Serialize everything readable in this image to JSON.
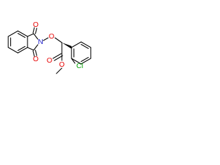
{
  "molecule": {
    "atoms": {
      "o_top": "O",
      "n_imide": "N",
      "o_bottom": "O",
      "o_ether": "O",
      "o_carbonyl": "O",
      "o_ester": "O",
      "cl": "Cl"
    }
  },
  "colors": {
    "oxygen": "#e60000",
    "nitrogen": "#2222cc",
    "chlorine": "#00a000",
    "bond": "#000000",
    "background": "#ffffff"
  }
}
